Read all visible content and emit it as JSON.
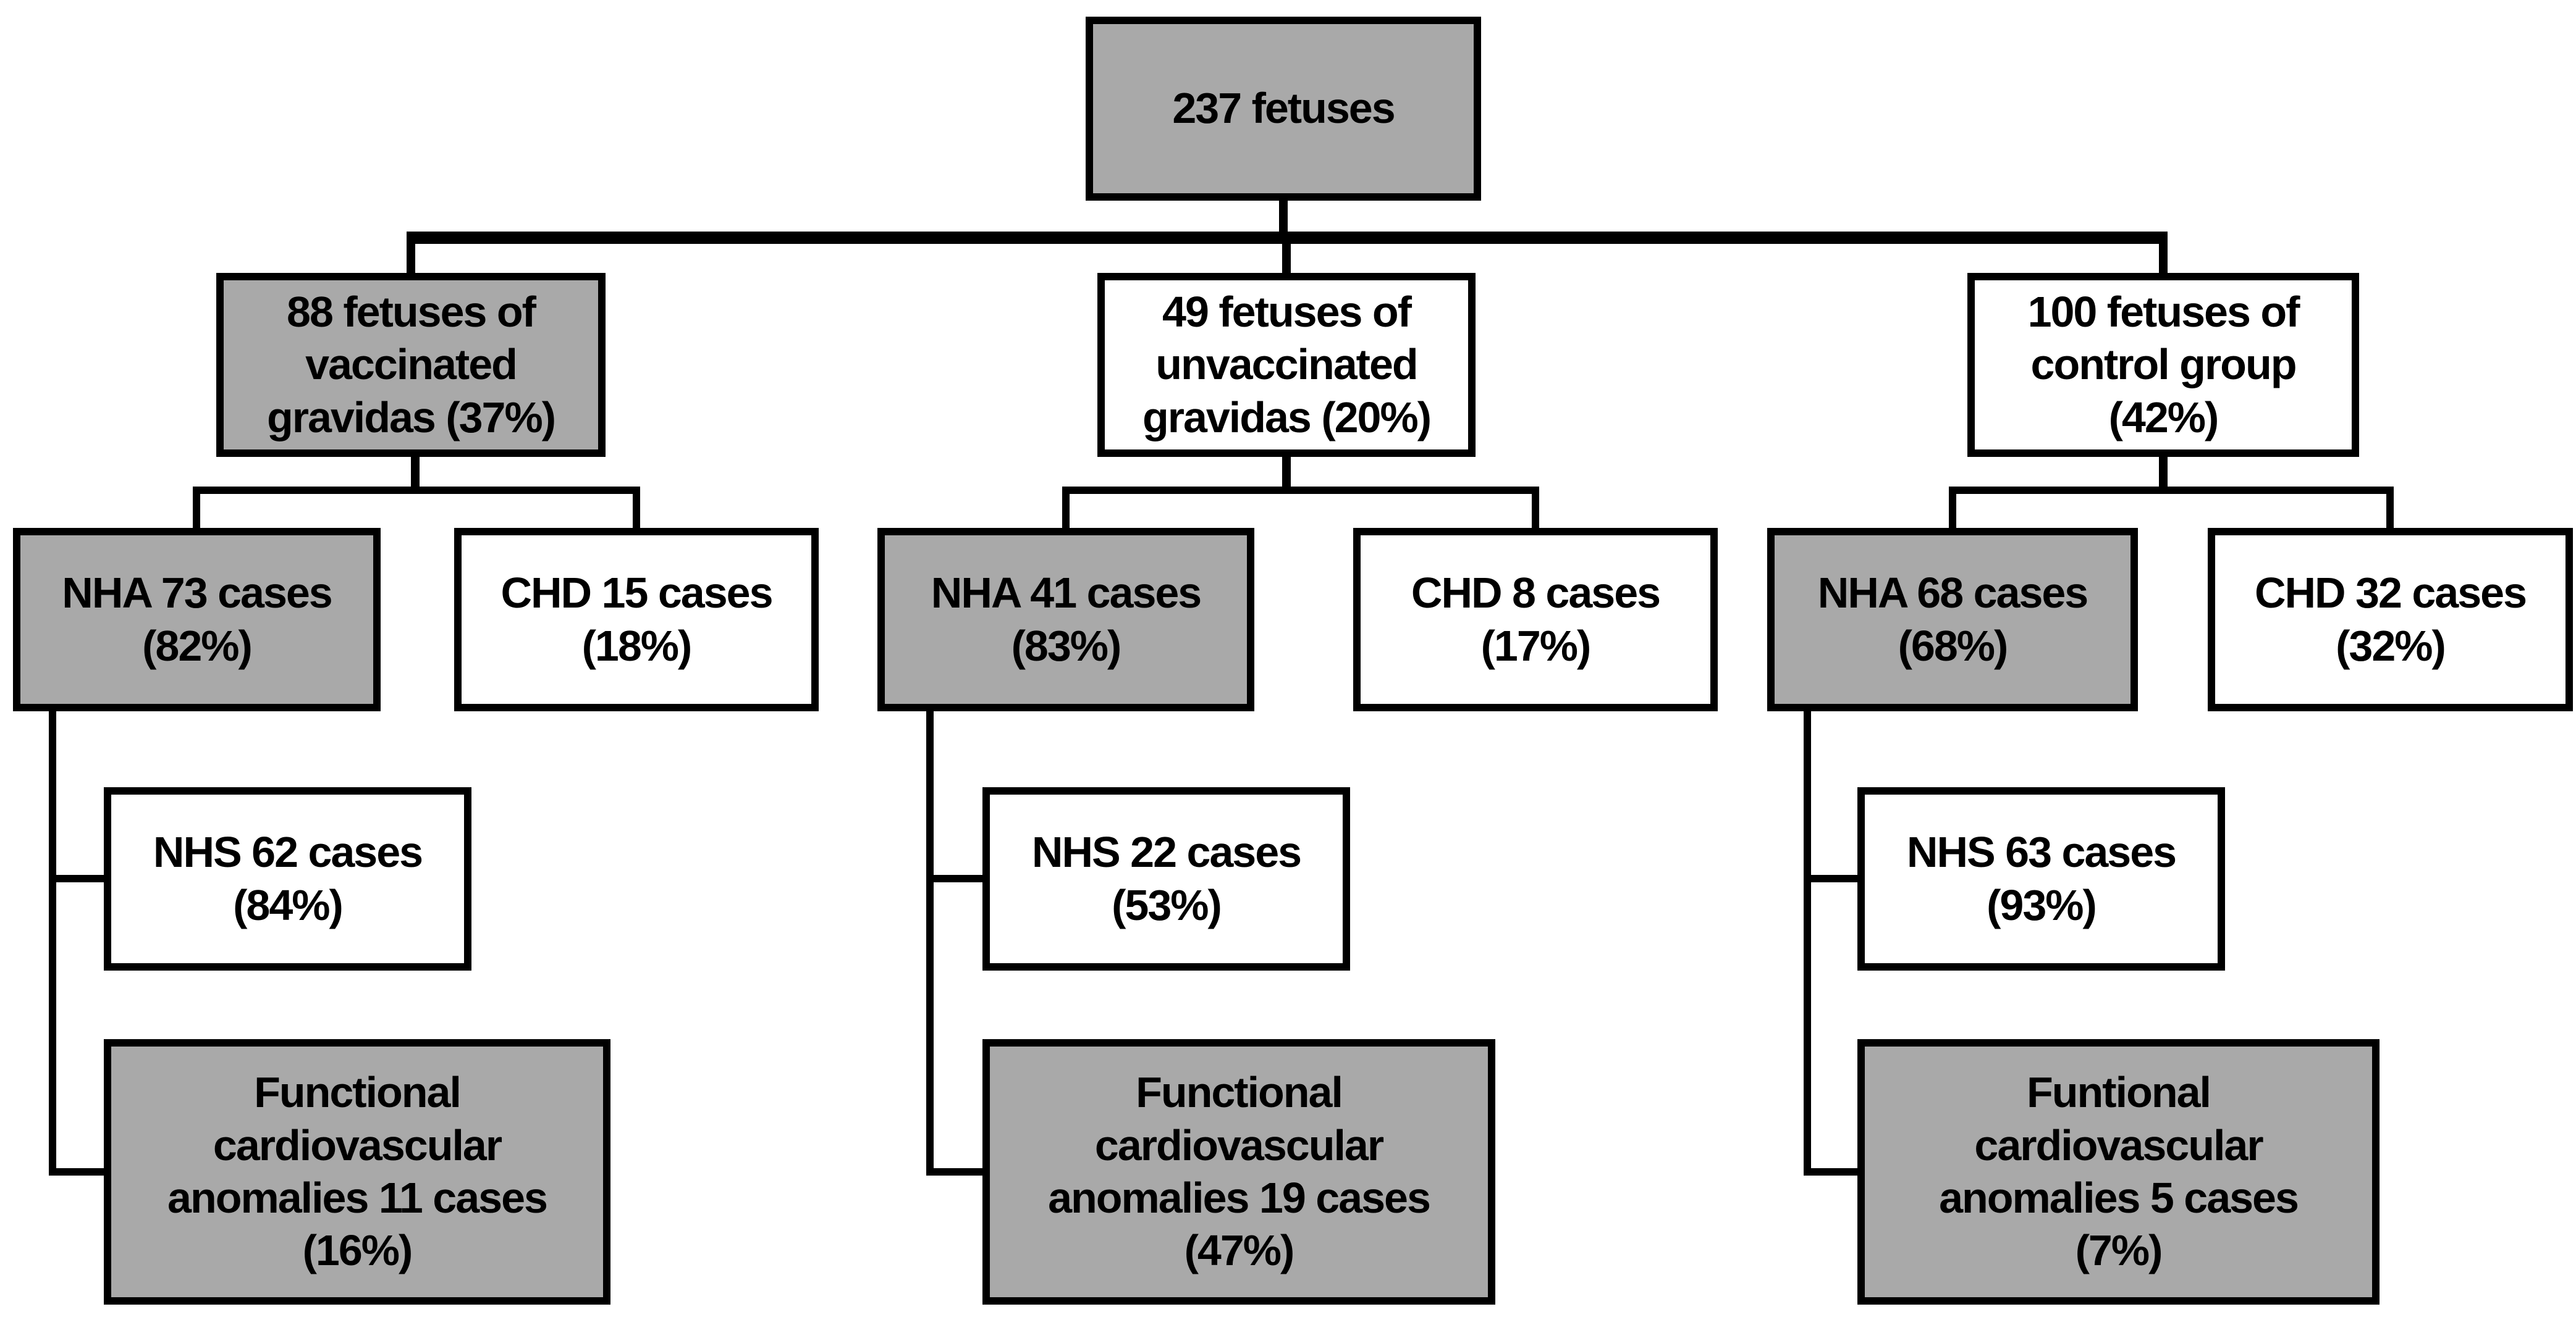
{
  "figure": {
    "title_semantic": "Flowchart of 237 fetuses by vaccination status with NHA, CHD, NHS and functional cardiovascular anomaly counts",
    "root": {
      "lines": [
        "237 fetuses"
      ],
      "shaded": true
    },
    "groups": [
      {
        "parent": {
          "lines": [
            "88 fetuses of",
            "vaccinated",
            "gravidas (37%)"
          ],
          "shaded": true
        },
        "nha": {
          "lines": [
            "NHA 73 cases",
            "(82%)"
          ],
          "shaded": true
        },
        "chd": {
          "lines": [
            "CHD 15 cases",
            "(18%)"
          ],
          "shaded": false
        },
        "nhs": {
          "lines": [
            "NHS 62 cases",
            "(84%)"
          ],
          "shaded": false
        },
        "functional": {
          "lines": [
            "Functional",
            "cardiovascular",
            "anomalies 11 cases",
            "(16%)"
          ],
          "shaded": true
        }
      },
      {
        "parent": {
          "lines": [
            "49 fetuses of",
            "unvaccinated",
            "gravidas (20%)"
          ],
          "shaded": false
        },
        "nha": {
          "lines": [
            "NHA 41 cases",
            "(83%)"
          ],
          "shaded": true
        },
        "chd": {
          "lines": [
            "CHD 8 cases",
            "(17%)"
          ],
          "shaded": false
        },
        "nhs": {
          "lines": [
            "NHS 22 cases",
            "(53%)"
          ],
          "shaded": false
        },
        "functional": {
          "lines": [
            "Functional",
            "cardiovascular",
            "anomalies 19 cases",
            "(47%)"
          ],
          "shaded": true
        }
      },
      {
        "parent": {
          "lines": [
            "100 fetuses of",
            "control group",
            "(42%)"
          ],
          "shaded": false
        },
        "nha": {
          "lines": [
            "NHA 68 cases",
            "(68%)"
          ],
          "shaded": true
        },
        "chd": {
          "lines": [
            "CHD 32 cases",
            "(32%)"
          ],
          "shaded": false
        },
        "nhs": {
          "lines": [
            "NHS 63 cases",
            "(93%)"
          ],
          "shaded": false
        },
        "functional": {
          "lines": [
            "Funtional",
            "cardiovascular",
            "anomalies 5 cases",
            "(7%)"
          ],
          "shaded": true
        }
      }
    ]
  },
  "colors": {
    "shaded_fill": "#a9a9a9",
    "box_border": "#000000",
    "line": "#000000",
    "background": "#ffffff",
    "text": "#000000"
  }
}
